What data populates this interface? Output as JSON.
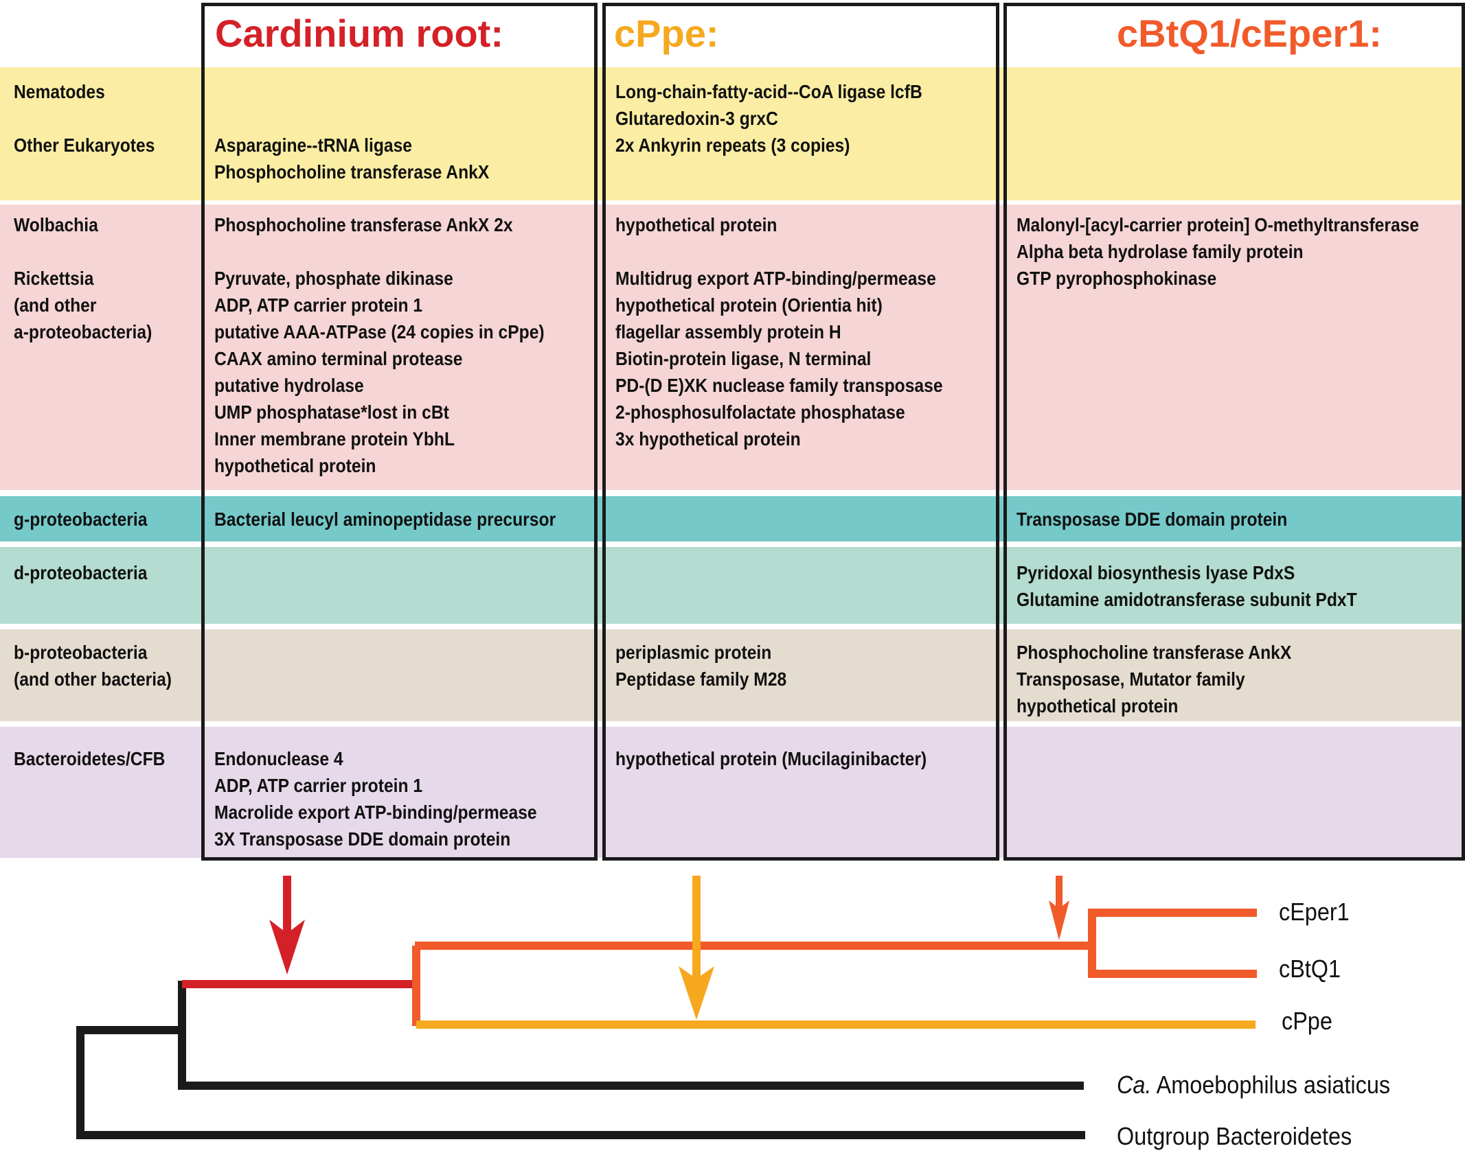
{
  "colors": {
    "eukaryote_band": "#fbeea4",
    "alpha_band": "#f6d5d6",
    "gamma_band": "#75c9c9",
    "delta_band": "#b4dcd0",
    "beta_band": "#e4dccf",
    "bacteroidetes_band": "#e6d9ea",
    "cardinium_root": "#d42127",
    "cppe": "#f6a81f",
    "cbtq1_ceper1": "#f15a29",
    "branch_black": "#1a1a1a"
  },
  "columns": [
    {
      "id": "cardinium-root",
      "title": "Cardinium root:"
    },
    {
      "id": "cppe",
      "title": "cPpe:"
    },
    {
      "id": "cbtq1-ceper1",
      "title": "cBtQ1/cEper1:"
    }
  ],
  "rows": {
    "eukaryotes": {
      "labels": [
        "Nematodes",
        "",
        "Other Eukaryotes"
      ],
      "cardinium": [
        "",
        "",
        "Asparagine--tRNA ligase",
        "Phosphocholine transferase AnkX"
      ],
      "cppe": [
        "Long-chain-fatty-acid--CoA ligase lcfB",
        "Glutaredoxin-3 grxC",
        "2x Ankyrin repeats (3 copies)"
      ],
      "cbtq1": []
    },
    "alpha": {
      "labels": [
        "Wolbachia",
        "",
        "Rickettsia",
        "(and other",
        "a-proteobacteria)"
      ],
      "cardinium": [
        "Phosphocholine transferase AnkX 2x",
        "",
        "Pyruvate, phosphate dikinase",
        "ADP, ATP carrier protein 1",
        "putative AAA-ATPase (24 copies in cPpe)",
        "CAAX amino terminal protease",
        "putative hydrolase",
        "UMP phosphatase*lost in cBt",
        "Inner membrane protein YbhL",
        "hypothetical protein"
      ],
      "cppe": [
        "hypothetical protein",
        "",
        "Multidrug export ATP-binding/permease",
        "hypothetical protein (Orientia hit)",
        "flagellar assembly protein H",
        "Biotin-protein ligase, N terminal",
        "PD-(D E)XK nuclease family transposase",
        "2-phosphosulfolactate phosphatase",
        "3x hypothetical protein"
      ],
      "cbtq1": [
        "Malonyl-[acyl-carrier protein] O-methyltransferase",
        "Alpha beta hydrolase family protein",
        "GTP pyrophosphokinase"
      ]
    },
    "gamma": {
      "labels": [
        "g-proteobacteria"
      ],
      "cardinium": [
        "Bacterial leucyl aminopeptidase precursor"
      ],
      "cppe": [],
      "cbtq1": [
        "Transposase DDE domain protein"
      ]
    },
    "delta": {
      "labels": [
        "d-proteobacteria"
      ],
      "cardinium": [],
      "cppe": [],
      "cbtq1": [
        "Pyridoxal biosynthesis lyase PdxS",
        "Glutamine amidotransferase subunit PdxT"
      ]
    },
    "beta": {
      "labels": [
        "b-proteobacteria",
        "(and other bacteria)"
      ],
      "cardinium": [],
      "cppe": [
        "periplasmic protein",
        "Peptidase family M28"
      ],
      "cbtq1": [
        "Phosphocholine transferase AnkX",
        "Transposase, Mutator family",
        "hypothetical protein"
      ]
    },
    "bacteroidetes": {
      "labels": [
        "Bacteroidetes/CFB"
      ],
      "cardinium": [
        "Endonuclease 4",
        "ADP, ATP carrier protein 1",
        "Macrolide export ATP-binding/permease",
        "3X Transposase DDE domain protein"
      ],
      "cppe": [
        "hypothetical protein (Mucilaginibacter)"
      ],
      "cbtq1": []
    }
  },
  "tree": {
    "leaves": {
      "ceper1": "cEper1",
      "cbtq1": "cBtQ1",
      "cppe": "cPpe",
      "amoebophilus_italic": "Ca.",
      "amoebophilus_rest": " Amoebophilus asiaticus",
      "outgroup": "Outgroup Bacteroidetes"
    }
  }
}
